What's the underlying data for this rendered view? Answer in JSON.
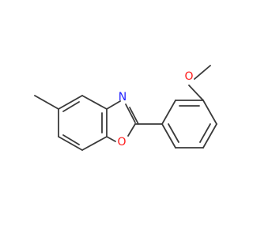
{
  "molecule": {
    "atoms": {
      "N": {
        "symbol": "N",
        "color": "#1f1fff"
      },
      "O_ring": {
        "symbol": "O",
        "color": "#ff1a1a"
      },
      "O_methoxy": {
        "symbol": "O",
        "color": "#ff1a1a"
      }
    },
    "bond_color": "#3a3a3a"
  }
}
